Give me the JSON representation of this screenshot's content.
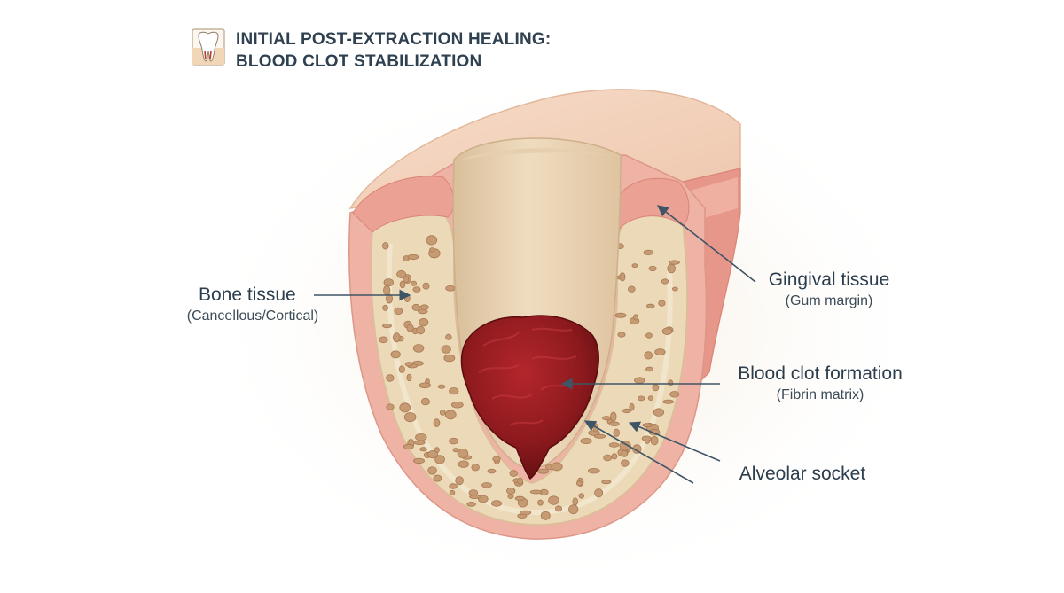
{
  "header": {
    "title_line1": "INITIAL POST-EXTRACTION HEALING:",
    "title_line2": "BLOOD CLOT STABILIZATION",
    "icon": "tooth-icon"
  },
  "labels": {
    "bone": {
      "main": "Bone tissue",
      "sub": "(Cancellous/Cortical)"
    },
    "gingival": {
      "main": "Gingival tissue",
      "sub": "(Gum margin)"
    },
    "clot": {
      "main": "Blood clot formation",
      "sub": "(Fibrin matrix)"
    },
    "socket": {
      "main": "Alveolar socket"
    }
  },
  "colors": {
    "leader": "#3e5566",
    "clot": "#8e1a1e",
    "bone": "#ecd9b7",
    "gum": "#e8a59a",
    "socket_wall": "#dcc39f"
  }
}
